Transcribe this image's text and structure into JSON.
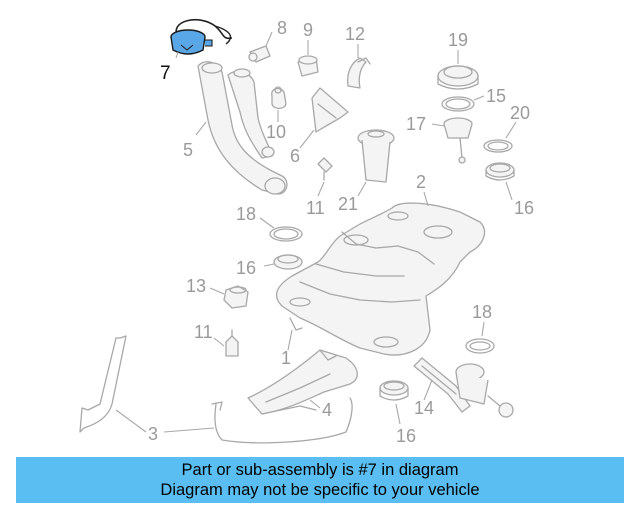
{
  "callouts": {
    "c7": "7",
    "c8": "8",
    "c9": "9",
    "c12": "12",
    "c19": "19",
    "c15": "15",
    "c20": "20",
    "c17": "17",
    "c5": "5",
    "c10": "10",
    "c6": "6",
    "c21": "21",
    "c11a": "11",
    "c2": "2",
    "c16a": "16",
    "c18a": "18",
    "c16b": "16",
    "c13": "13",
    "c11b": "11",
    "c1": "1",
    "c18b": "18",
    "c3": "3",
    "c4": "4",
    "c14": "14",
    "c16c": "16"
  },
  "highlight_part": "7",
  "colors": {
    "highlight": "#5aa7e8",
    "banner": "#5bbef2",
    "linework": "#a8a8a8"
  },
  "banner": {
    "line1": "Part or sub-assembly is #7 in diagram",
    "line2": "Diagram may not be specific to your vehicle"
  }
}
